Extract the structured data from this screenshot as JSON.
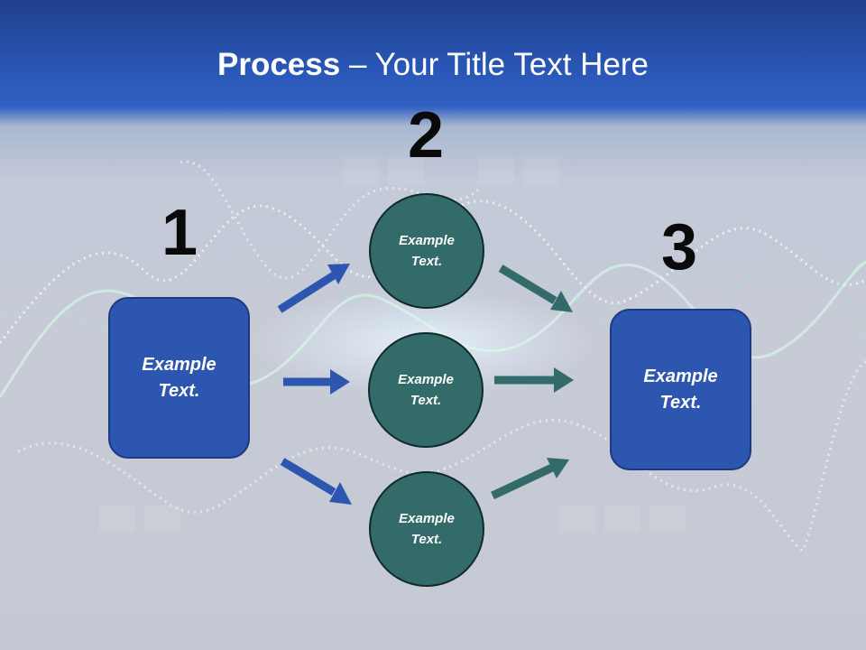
{
  "title": {
    "bold": "Process",
    "rest": " – Your Title Text Here"
  },
  "steps": {
    "n1": "1",
    "n2": "2",
    "n3": "3"
  },
  "left_box": {
    "text": "Example Text."
  },
  "right_box": {
    "text": "Example Text."
  },
  "circles": [
    {
      "text": "Example Text."
    },
    {
      "text": "Example Text."
    },
    {
      "text": "Example Text."
    }
  ],
  "colors": {
    "box_blue": "#2d56b0",
    "circle_teal": "#336b6b",
    "arrow_blue": "#2d56b0",
    "arrow_teal": "#336b6b"
  }
}
